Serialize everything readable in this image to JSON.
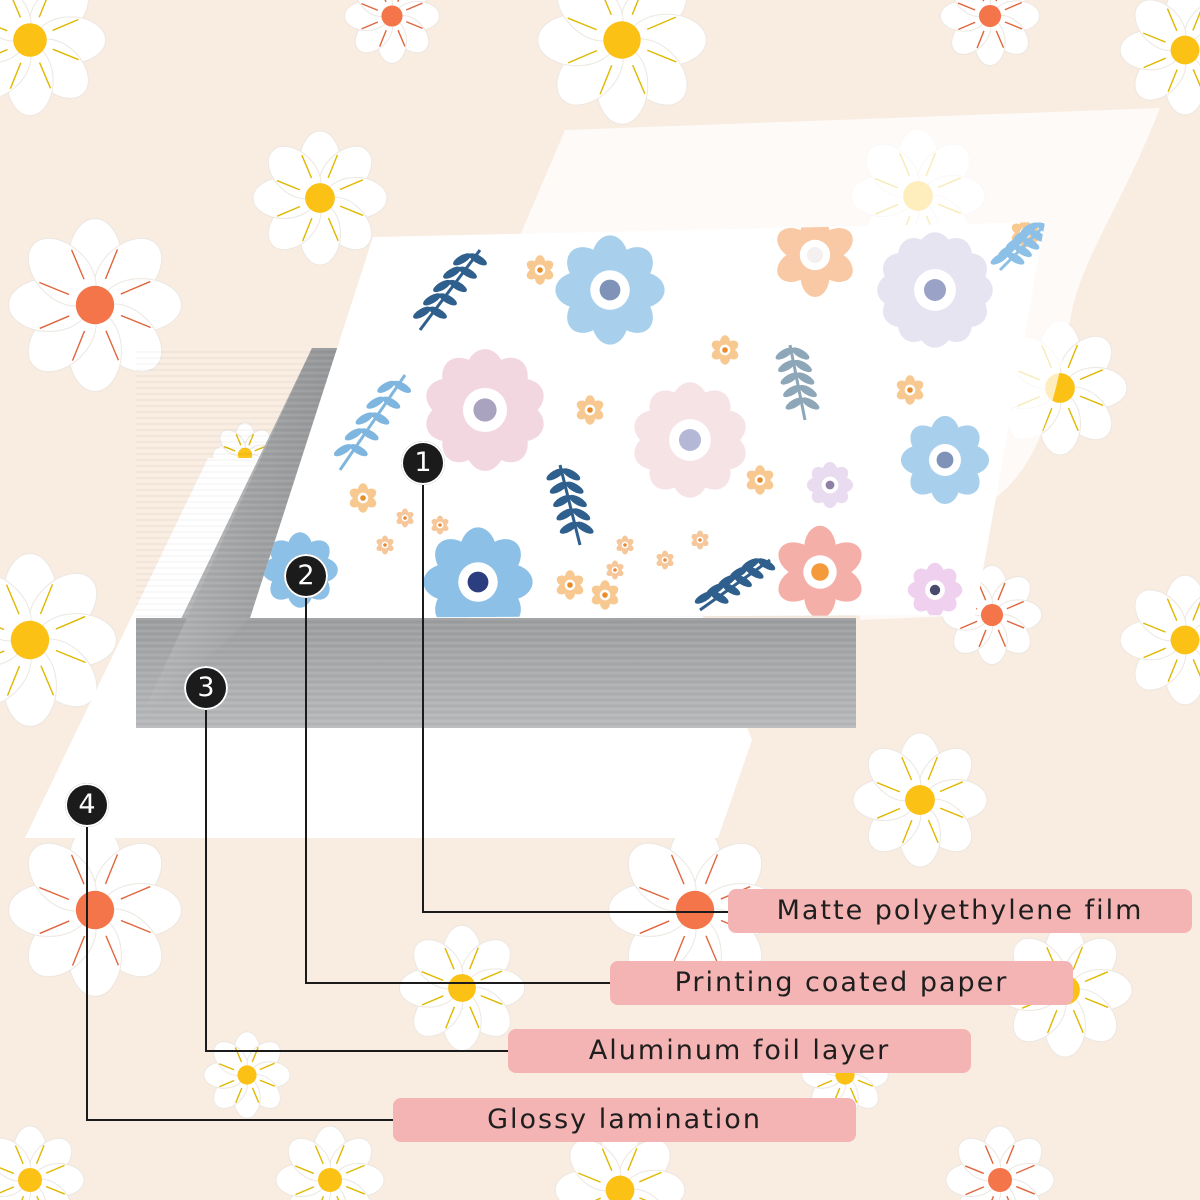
{
  "layers": [
    {
      "number": "1",
      "label": "Matte polyethylene film"
    },
    {
      "number": "2",
      "label": "Printing coated paper"
    },
    {
      "number": "3",
      "label": "Aluminum foil layer"
    },
    {
      "number": "4",
      "label": "Glossy lamination"
    }
  ],
  "colors": {
    "background": "#f9ece1",
    "label_fill": "#f4b4b4",
    "marker_fill": "#1b1b1b",
    "leader_line": "#1b1b1b",
    "foil": "#a7a9ab",
    "daisy_petal": "#ffffff",
    "daisy_center_yellow": "#fbc114",
    "daisy_center_orange": "#f47549"
  },
  "icons": [
    "daisy-icon",
    "flower-pattern"
  ]
}
